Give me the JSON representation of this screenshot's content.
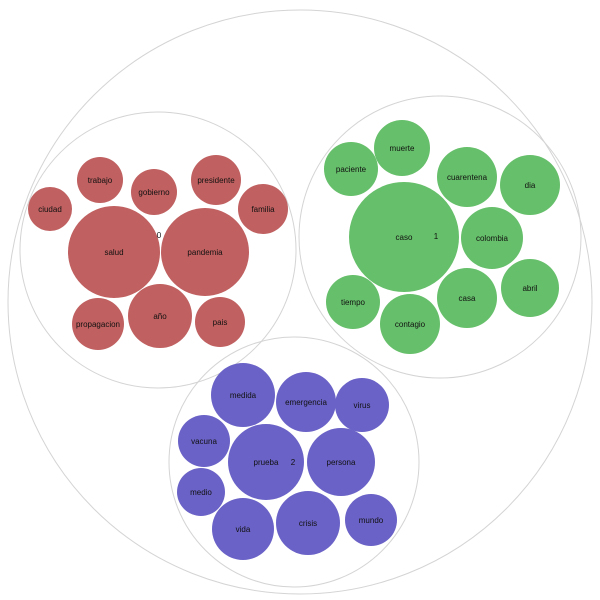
{
  "clusters": [
    {
      "id": "0",
      "color": "#c06060",
      "words": [
        "salud",
        "pandemia",
        "trabajo",
        "gobierno",
        "presidente",
        "ciudad",
        "familia",
        "propagacion",
        "año",
        "pais"
      ]
    },
    {
      "id": "1",
      "color": "#66bf6a",
      "words": [
        "caso",
        "muerte",
        "paciente",
        "cuarentena",
        "dia",
        "colombia",
        "tiempo",
        "casa",
        "abril",
        "contagio"
      ]
    },
    {
      "id": "2",
      "color": "#6a62c6",
      "words": [
        "prueba",
        "persona",
        "crisis",
        "medida",
        "emergencia",
        "virus",
        "vacuna",
        "medio",
        "vida",
        "mundo"
      ]
    }
  ]
}
